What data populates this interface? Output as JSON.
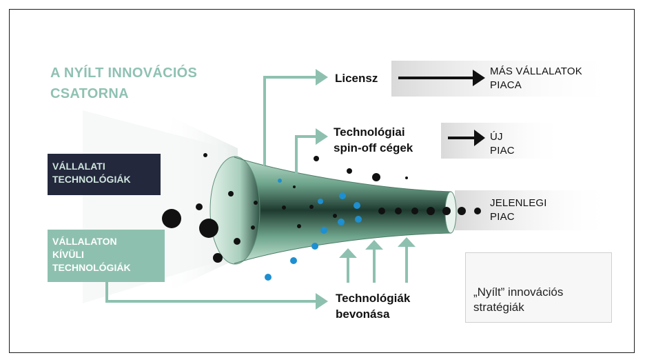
{
  "title": "A NYÍLT INNOVÁCIÓS CSATORNA",
  "title_lines": [
    "A NYÍLT INNOVÁCIÓS",
    "CSATORNA"
  ],
  "inputs": {
    "internal": [
      "VÁLLALATI",
      "TECHNOLÓGIÁK"
    ],
    "external": [
      "VÁLLALATON",
      "KÍVÜLI",
      "TECHNOLÓGIÁK"
    ]
  },
  "flows": {
    "license": "Licensz",
    "spinoff": [
      "Technológiai",
      "spin-off cégek"
    ],
    "acquire": [
      "Technológiák",
      "bevonása"
    ]
  },
  "markets": {
    "other": [
      "MÁS VÁLLALATOK",
      "PIACA"
    ],
    "new": [
      "ÚJ",
      "PIAC"
    ],
    "current": [
      "JELENLEGI",
      "PIAC"
    ]
  },
  "legend": {
    "label": [
      "„Nyílt” innovációs",
      "stratégiák"
    ]
  },
  "colors": {
    "accent_green": "#8ec0b0",
    "dark_box": "#24283d",
    "blue_dot": "#1e8fd0",
    "black": "#111111"
  },
  "icons": [
    "arrow-right-icon",
    "arrow-up-icon",
    "funnel-icon"
  ]
}
